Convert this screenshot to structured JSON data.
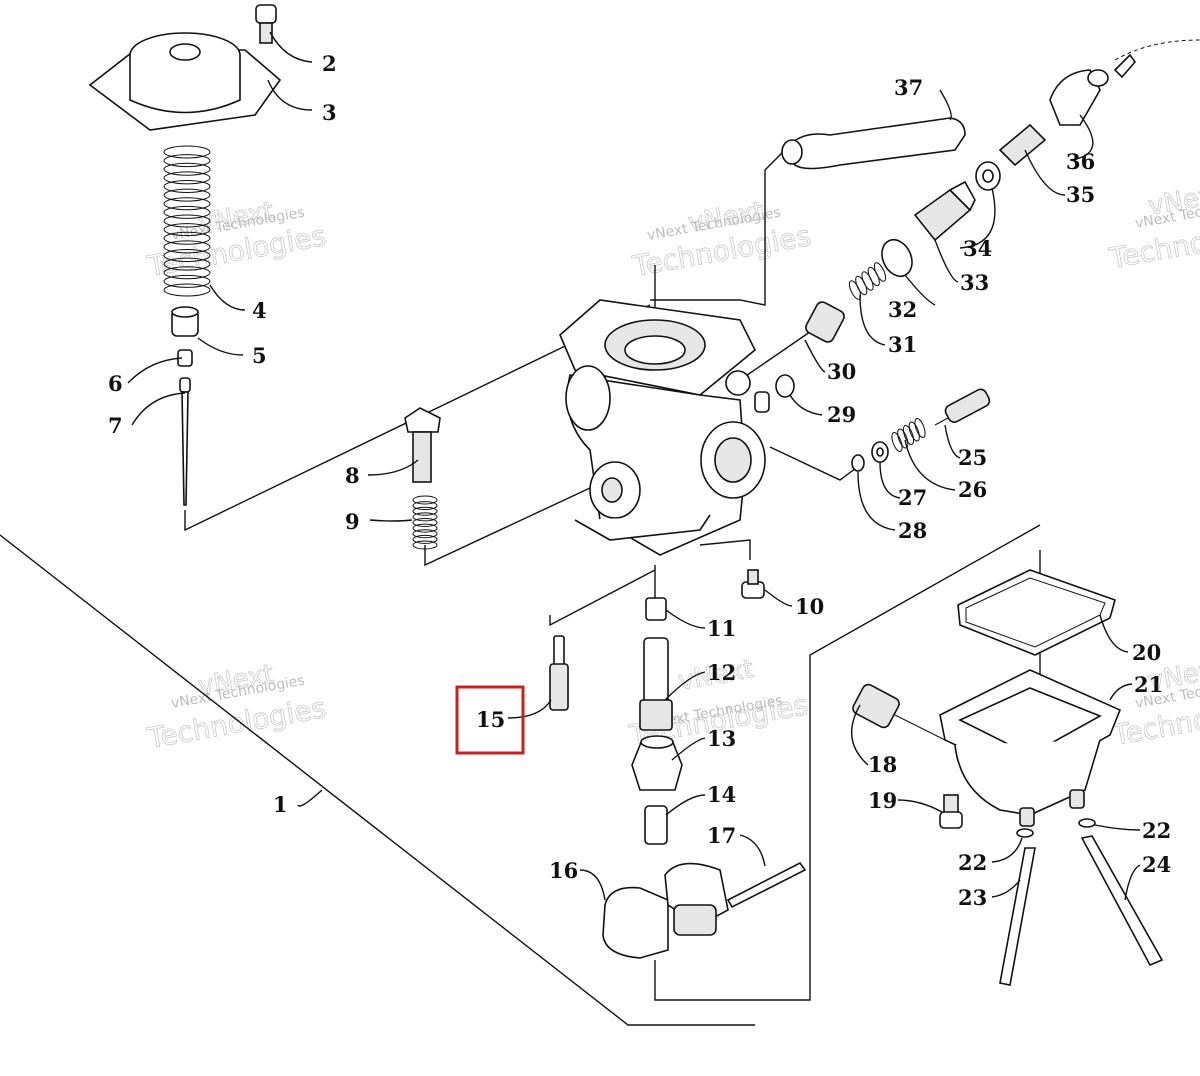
{
  "watermark": {
    "line1": "vNext",
    "line2": "Technologies",
    "line3": "vNext Technologies"
  },
  "highlight": {
    "part_number": "15",
    "color": "#cc1f1f"
  },
  "parts": [
    {
      "number": "1"
    },
    {
      "number": "2"
    },
    {
      "number": "3"
    },
    {
      "number": "4"
    },
    {
      "number": "5"
    },
    {
      "number": "6"
    },
    {
      "number": "7"
    },
    {
      "number": "8"
    },
    {
      "number": "9"
    },
    {
      "number": "10"
    },
    {
      "number": "11"
    },
    {
      "number": "12"
    },
    {
      "number": "13"
    },
    {
      "number": "14"
    },
    {
      "number": "15"
    },
    {
      "number": "16"
    },
    {
      "number": "17"
    },
    {
      "number": "18"
    },
    {
      "number": "19"
    },
    {
      "number": "20"
    },
    {
      "number": "21"
    },
    {
      "number": "22"
    },
    {
      "number": "22"
    },
    {
      "number": "23"
    },
    {
      "number": "24"
    },
    {
      "number": "25"
    },
    {
      "number": "26"
    },
    {
      "number": "27"
    },
    {
      "number": "28"
    },
    {
      "number": "29"
    },
    {
      "number": "30"
    },
    {
      "number": "31"
    },
    {
      "number": "32"
    },
    {
      "number": "33"
    },
    {
      "number": "34"
    },
    {
      "number": "35"
    },
    {
      "number": "36"
    },
    {
      "number": "37"
    }
  ]
}
